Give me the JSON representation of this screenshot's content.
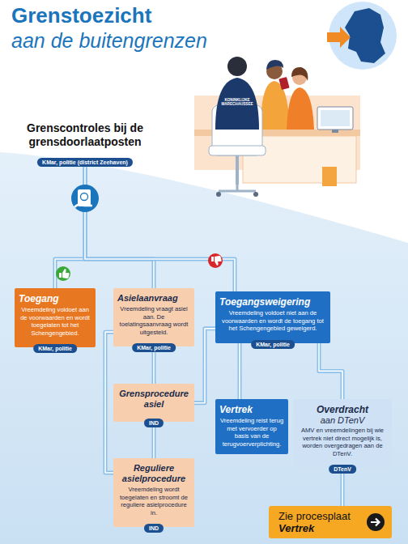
{
  "diagram": {
    "title": "Grenstoezicht",
    "nodes": [
      {
        "text": [
          "Grenscontroles bij de grensdoorlaatposten",
          "KMar, politie (district Zeehaven)"
        ]
      },
      {
        "text": [
          "Toegang",
          "Vreemdeling voldoet aan de voorwaarden en wordt toegelaten tot het Schengengebied.",
          "KMar, politie"
        ]
      },
      {
        "text": [
          "Asielaanvraag",
          "Vreemdeling vraagt asiel aan. De toelatingsaanvraag wordt uitgesteld.",
          "KMar, politie"
        ]
      },
      {
        "text": [
          "Grensprocedure asiel",
          "IND"
        ]
      },
      {
        "text": [
          "Reguliere asielprocedure",
          "Vreemdeling wordt toegelaten en stroomt de reguliere asielprocedure in.",
          "IND"
        ]
      },
      {
        "text": [
          "Toegangsweigering",
          "Vreemdeling voldoet niet aan de voorwaarden en wordt de toegang tot het Schengengebied geweigerd.",
          "KMar, politie"
        ]
      },
      {
        "text": [
          "Vertrek",
          "Vreemdeling reist terug met vervoerder op basis van de terugvoerverplichting."
        ]
      },
      {
        "text": [
          "Overdracht",
          "aan DTenV",
          "AMV en vreemdelingen bij wie vertrek niet direct mogelijk is, worden overgedragen aan de DTenV.",
          "DTenV"
        ]
      },
      {
        "text": [
          "Zie procesplaat",
          "Vertrek"
        ]
      }
    ],
    "edges": [
      {
        "from": 0,
        "to": 1,
        "arrow": "none"
      },
      {
        "from": 0,
        "to": 2,
        "arrow": "none"
      },
      {
        "from": 0,
        "to": 5,
        "arrow": "none"
      },
      {
        "from": 2,
        "to": 3,
        "arrow": "none"
      },
      {
        "from": 3,
        "to": 4,
        "arrow": "none"
      },
      {
        "from": 2,
        "to": 4,
        "arrow": "none"
      },
      {
        "from": 3,
        "to": 5,
        "arrow": "none"
      },
      {
        "from": 5,
        "to": 6,
        "arrow": "none"
      },
      {
        "from": 5,
        "to": 7,
        "arrow": "none"
      },
      {
        "from": 7,
        "to": 8,
        "arrow": "none"
      }
    ],
    "labels": [
      "aan de buitengrenzen",
      "KONINKLIJKE MARECHAUSSEE"
    ]
  }
}
